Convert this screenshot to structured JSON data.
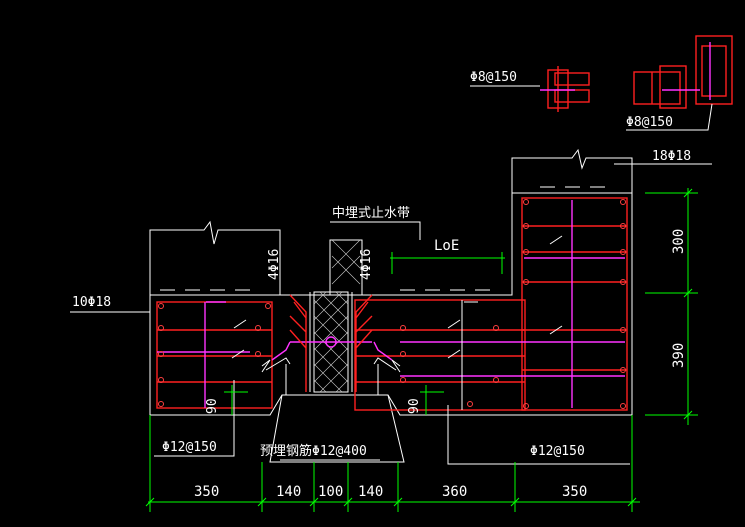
{
  "labels": {
    "top_stirrup_left": "Φ8@150",
    "top_stirrup_right": "Φ8@150",
    "right_main_bars": "18Φ18",
    "left_main_bars": "10Φ18",
    "waterstop": "中埋式止水带",
    "anchor_length": "LoE",
    "vertical_bars_left": "4Φ16",
    "vertical_bars_right": "4Φ16",
    "bottom_left_stirrup": "Φ12@150",
    "bottom_right_stirrup": "Φ12@150",
    "embedded_bars": "预埋钢筋Φ12@400",
    "hook_left": "90",
    "hook_right": "90"
  },
  "dimensions": {
    "bottom": [
      "350",
      "140",
      "100",
      "140",
      "360",
      "350"
    ],
    "right": [
      "300",
      "390"
    ]
  },
  "colors": {
    "background": "#000000",
    "outline": "#ffffff",
    "rebar": "#ff2020",
    "stirrup_highlight": "#ff33ff",
    "dimension": "#00ff00"
  }
}
